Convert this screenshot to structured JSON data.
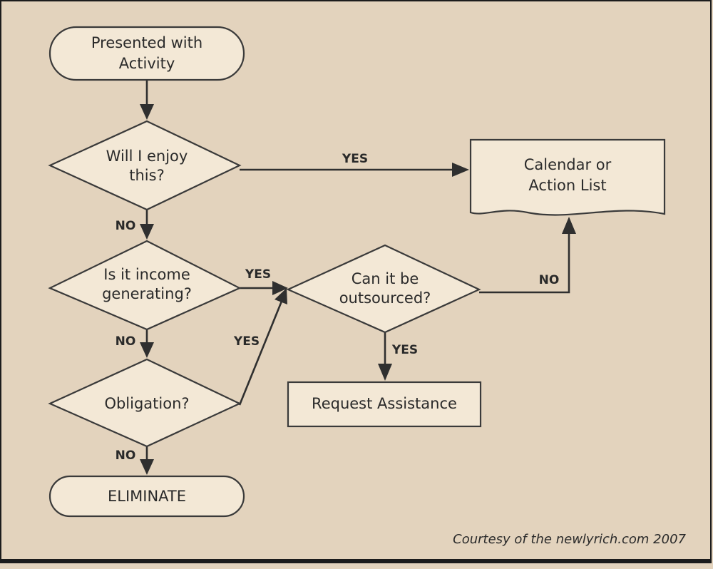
{
  "nodes": {
    "start": {
      "line1": "Presented with",
      "line2": "Activity"
    },
    "enjoy": {
      "line1": "Will I enjoy",
      "line2": "this?"
    },
    "income": {
      "line1": "Is it income",
      "line2": "generating?"
    },
    "obligation": {
      "line1": "Obligation?"
    },
    "eliminate": {
      "line1": "ELIMINATE"
    },
    "outsource": {
      "line1": "Can it be",
      "line2": "outsourced?"
    },
    "calendar": {
      "line1": "Calendar or",
      "line2": "Action List"
    },
    "request": {
      "line1": "Request Assistance"
    }
  },
  "edges": {
    "enjoy_yes": "YES",
    "enjoy_no": "NO",
    "income_yes": "YES",
    "income_no": "NO",
    "obligation_yes": "YES",
    "obligation_no": "NO",
    "outsource_no": "NO",
    "outsource_yes": "YES"
  },
  "credit": "Courtesy of the newlyrich.com 2007",
  "colors": {
    "background": "#e3d3bd",
    "shape_fill": "#f3e8d6",
    "stroke": "#2f2f2f"
  }
}
